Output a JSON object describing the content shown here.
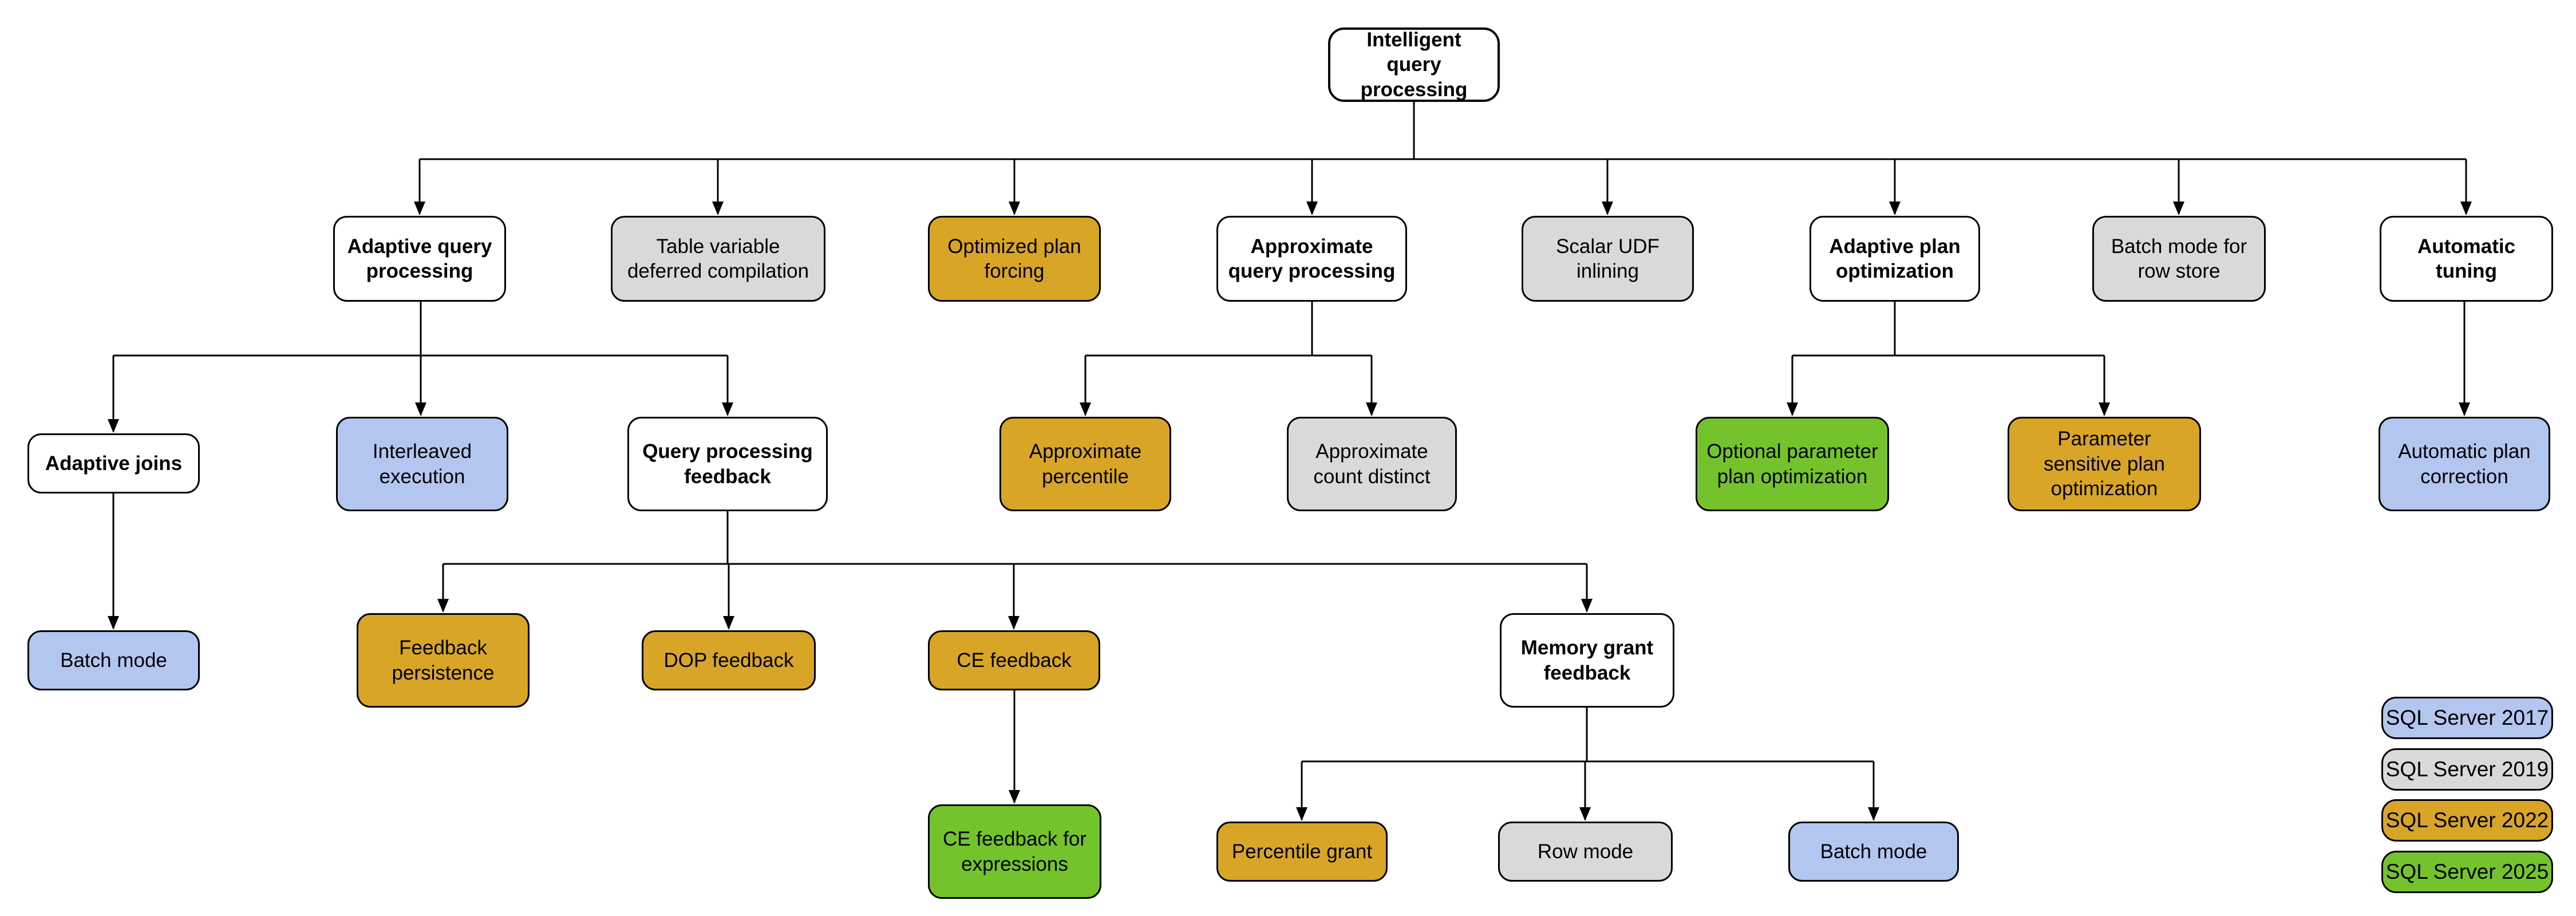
{
  "colors": {
    "background": "#ffffff",
    "line": "#000000",
    "text": "#000000",
    "base": "#ffffff",
    "sql2017": "#b3c6f0",
    "sql2019": "#d9d9d9",
    "sql2022": "#d8a527",
    "sql2025": "#74c32c"
  },
  "nodes": {
    "root": {
      "label": "Intelligent query processing",
      "version": "base"
    },
    "adaptive_query_processing": {
      "label": "Adaptive query processing",
      "version": "base"
    },
    "table_variable_deferred_compilation": {
      "label": "Table variable deferred compilation",
      "version": "sql2019"
    },
    "optimized_plan_forcing": {
      "label": "Optimized plan forcing",
      "version": "sql2022"
    },
    "approximate_query_processing": {
      "label": "Approximate query processing",
      "version": "base"
    },
    "scalar_udf_inlining": {
      "label": "Scalar UDF inlining",
      "version": "sql2019"
    },
    "adaptive_plan_optimization": {
      "label": "Adaptive plan optimization",
      "version": "base"
    },
    "batch_mode_for_row_store": {
      "label": "Batch mode for row store",
      "version": "sql2019"
    },
    "automatic_tuning": {
      "label": "Automatic tuning",
      "version": "base"
    },
    "adaptive_joins": {
      "label": "Adaptive joins",
      "version": "base"
    },
    "interleaved_execution": {
      "label": "Interleaved execution",
      "version": "sql2017"
    },
    "query_processing_feedback": {
      "label": "Query processing feedback",
      "version": "base"
    },
    "approximate_percentile": {
      "label": "Approximate percentile",
      "version": "sql2022"
    },
    "approximate_count_distinct": {
      "label": "Approximate count distinct",
      "version": "sql2019"
    },
    "optional_parameter_plan_optimization": {
      "label": "Optional parameter plan optimization",
      "version": "sql2025"
    },
    "parameter_sensitive_plan_optimization": {
      "label": "Parameter sensitive plan optimization",
      "version": "sql2022"
    },
    "automatic_plan_correction": {
      "label": "Automatic plan correction",
      "version": "sql2017"
    },
    "batch_mode_under_adaptive_joins": {
      "label": "Batch mode",
      "version": "sql2017"
    },
    "feedback_persistence": {
      "label": "Feedback persistence",
      "version": "sql2022"
    },
    "dop_feedback": {
      "label": "DOP feedback",
      "version": "sql2022"
    },
    "ce_feedback": {
      "label": "CE feedback",
      "version": "sql2022"
    },
    "memory_grant_feedback": {
      "label": "Memory grant feedback",
      "version": "base"
    },
    "ce_feedback_for_expressions": {
      "label": "CE feedback for expressions",
      "version": "sql2025"
    },
    "percentile_grant": {
      "label": "Percentile grant",
      "version": "sql2022"
    },
    "row_mode": {
      "label": "Row mode",
      "version": "sql2019"
    },
    "batch_mode_under_memory_grant": {
      "label": "Batch mode",
      "version": "sql2017"
    }
  },
  "legend": {
    "items": [
      {
        "label": "SQL Server 2017",
        "version": "sql2017"
      },
      {
        "label": "SQL Server 2019",
        "version": "sql2019"
      },
      {
        "label": "SQL Server 2022",
        "version": "sql2022"
      },
      {
        "label": "SQL Server 2025",
        "version": "sql2025"
      }
    ]
  }
}
